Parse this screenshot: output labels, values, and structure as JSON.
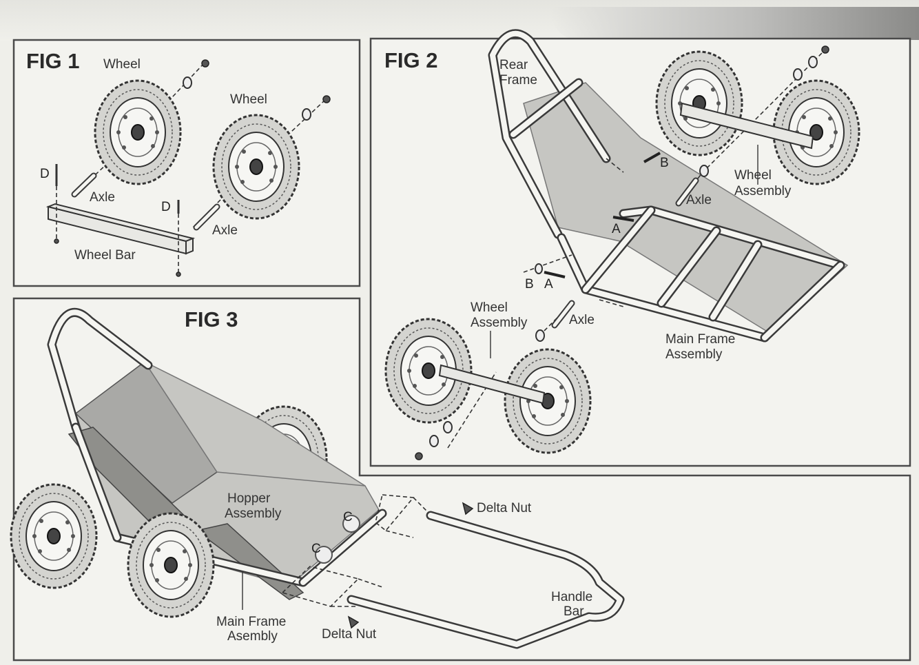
{
  "figures": {
    "fig1": {
      "title": "FIG 1",
      "labels": {
        "wheel_left": "Wheel",
        "wheel_right": "Wheel",
        "axle_left": "Axle",
        "axle_right": "Axle",
        "d_left": "D",
        "d_right": "D",
        "wheel_bar": "Wheel Bar"
      }
    },
    "fig2": {
      "title": "FIG 2",
      "labels": {
        "rear_frame_1": "Rear",
        "rear_frame_2": "Frame",
        "b_top": "B",
        "wheel_assembly_top_1": "Wheel",
        "wheel_assembly_top_2": "Assembly",
        "axle_top": "Axle",
        "a_mid": "A",
        "b_low": "B",
        "a_low": "A",
        "wheel_assembly_low_1": "Wheel",
        "wheel_assembly_low_2": "Assembly",
        "axle_low": "Axle",
        "main_frame_1": "Main Frame",
        "main_frame_2": "Assembly"
      }
    },
    "fig3": {
      "title": "FIG 3",
      "labels": {
        "hopper_1": "Hopper",
        "hopper_2": "Assembly",
        "c_upper": "C",
        "c_lower": "C",
        "delta_nut_top": "Delta Nut",
        "delta_nut_bottom": "Delta Nut",
        "main_frame_1": "Main Frame",
        "main_frame_2": "Asembly",
        "handle_1": "Handle",
        "handle_2": "Bar"
      }
    }
  }
}
